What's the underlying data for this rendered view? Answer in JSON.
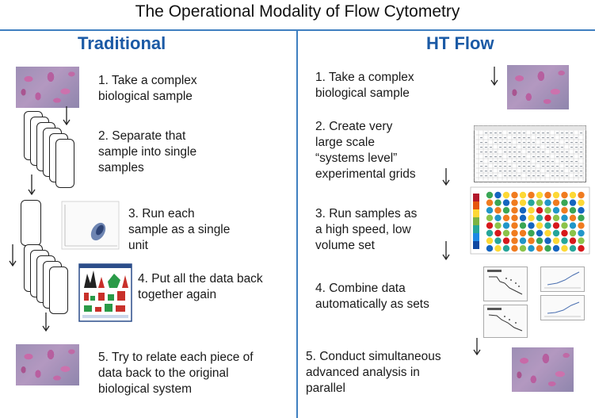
{
  "title": "The Operational Modality of Flow Cytometry",
  "traditional": {
    "heading": "Traditional",
    "step1": [
      "1. Take a complex",
      "biological sample"
    ],
    "step2": [
      "2. Separate that",
      "sample into single",
      "samples"
    ],
    "step3": [
      "3. Run each",
      "sample as a single",
      "unit"
    ],
    "step4": [
      "4. Put all the data back",
      "together again"
    ],
    "step5": [
      "5. Try to relate each piece of",
      "data back to the original",
      "biological system"
    ]
  },
  "ht_flow": {
    "heading": "HT Flow",
    "step1": [
      "1. Take a complex",
      "biological sample"
    ],
    "step2": [
      "2. Create very",
      "large scale",
      "“systems level”",
      "experimental grids"
    ],
    "step3": [
      "3. Run samples as",
      "a high speed, low",
      "volume set"
    ],
    "step4": [
      "4. Combine data",
      "automatically as sets"
    ],
    "step5": [
      "5. Conduct simultaneous",
      "advanced analysis  in",
      "parallel"
    ]
  },
  "colors": {
    "accent_line": "#3f7fc0",
    "heading": "#1b5aa5"
  },
  "icons": [
    "cell-micrograph",
    "sample-card",
    "arrow-down",
    "scatter-plot",
    "results-panel",
    "grid-spreadsheet",
    "heatmap-plate",
    "data-set-panel"
  ]
}
